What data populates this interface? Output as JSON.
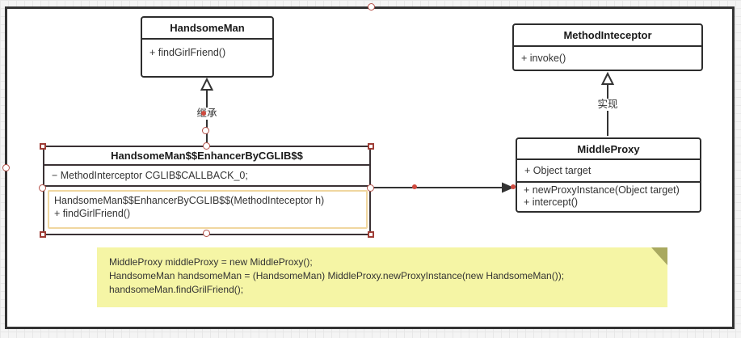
{
  "diagram": {
    "classes": {
      "handsome_man": {
        "title": "HandsomeMan",
        "method_0": "+ findGirlFriend()"
      },
      "method_inteceptor": {
        "title": "MethodInteceptor",
        "method_0": "+ invoke()"
      },
      "enhancer": {
        "title": "HandsomeMan$$EnhancerByCGLIB$$",
        "field_0": "− MethodInterceptor CGLIB$CALLBACK_0;",
        "method_0": "HandsomeMan$$EnhancerByCGLIB$$(MethodInteceptor h)",
        "method_1": "+ findGirlFriend()"
      },
      "middle_proxy": {
        "title": "MiddleProxy",
        "field_0": "+ Object target",
        "method_0": "+ newProxyInstance(Object target)",
        "method_1": "+ intercept()"
      }
    },
    "edges": {
      "inherit_label": "继承",
      "realize_label": "实现"
    },
    "note": {
      "line_0": "MiddleProxy middleProxy = new MiddleProxy();",
      "line_1": "HandsomeMan handsomeMan = (HandsomeMan) MiddleProxy.newProxyInstance(new HandsomeMan());",
      "line_2": "handsomeMan.findGrilFriend();"
    }
  },
  "colors": {
    "line": "#333333",
    "handle": "#b5524a",
    "dot": "#cf4a3f",
    "note_bg": "#f5f5a5",
    "note_fold": "#a9a95f",
    "highlight": "#f0d7a0"
  }
}
